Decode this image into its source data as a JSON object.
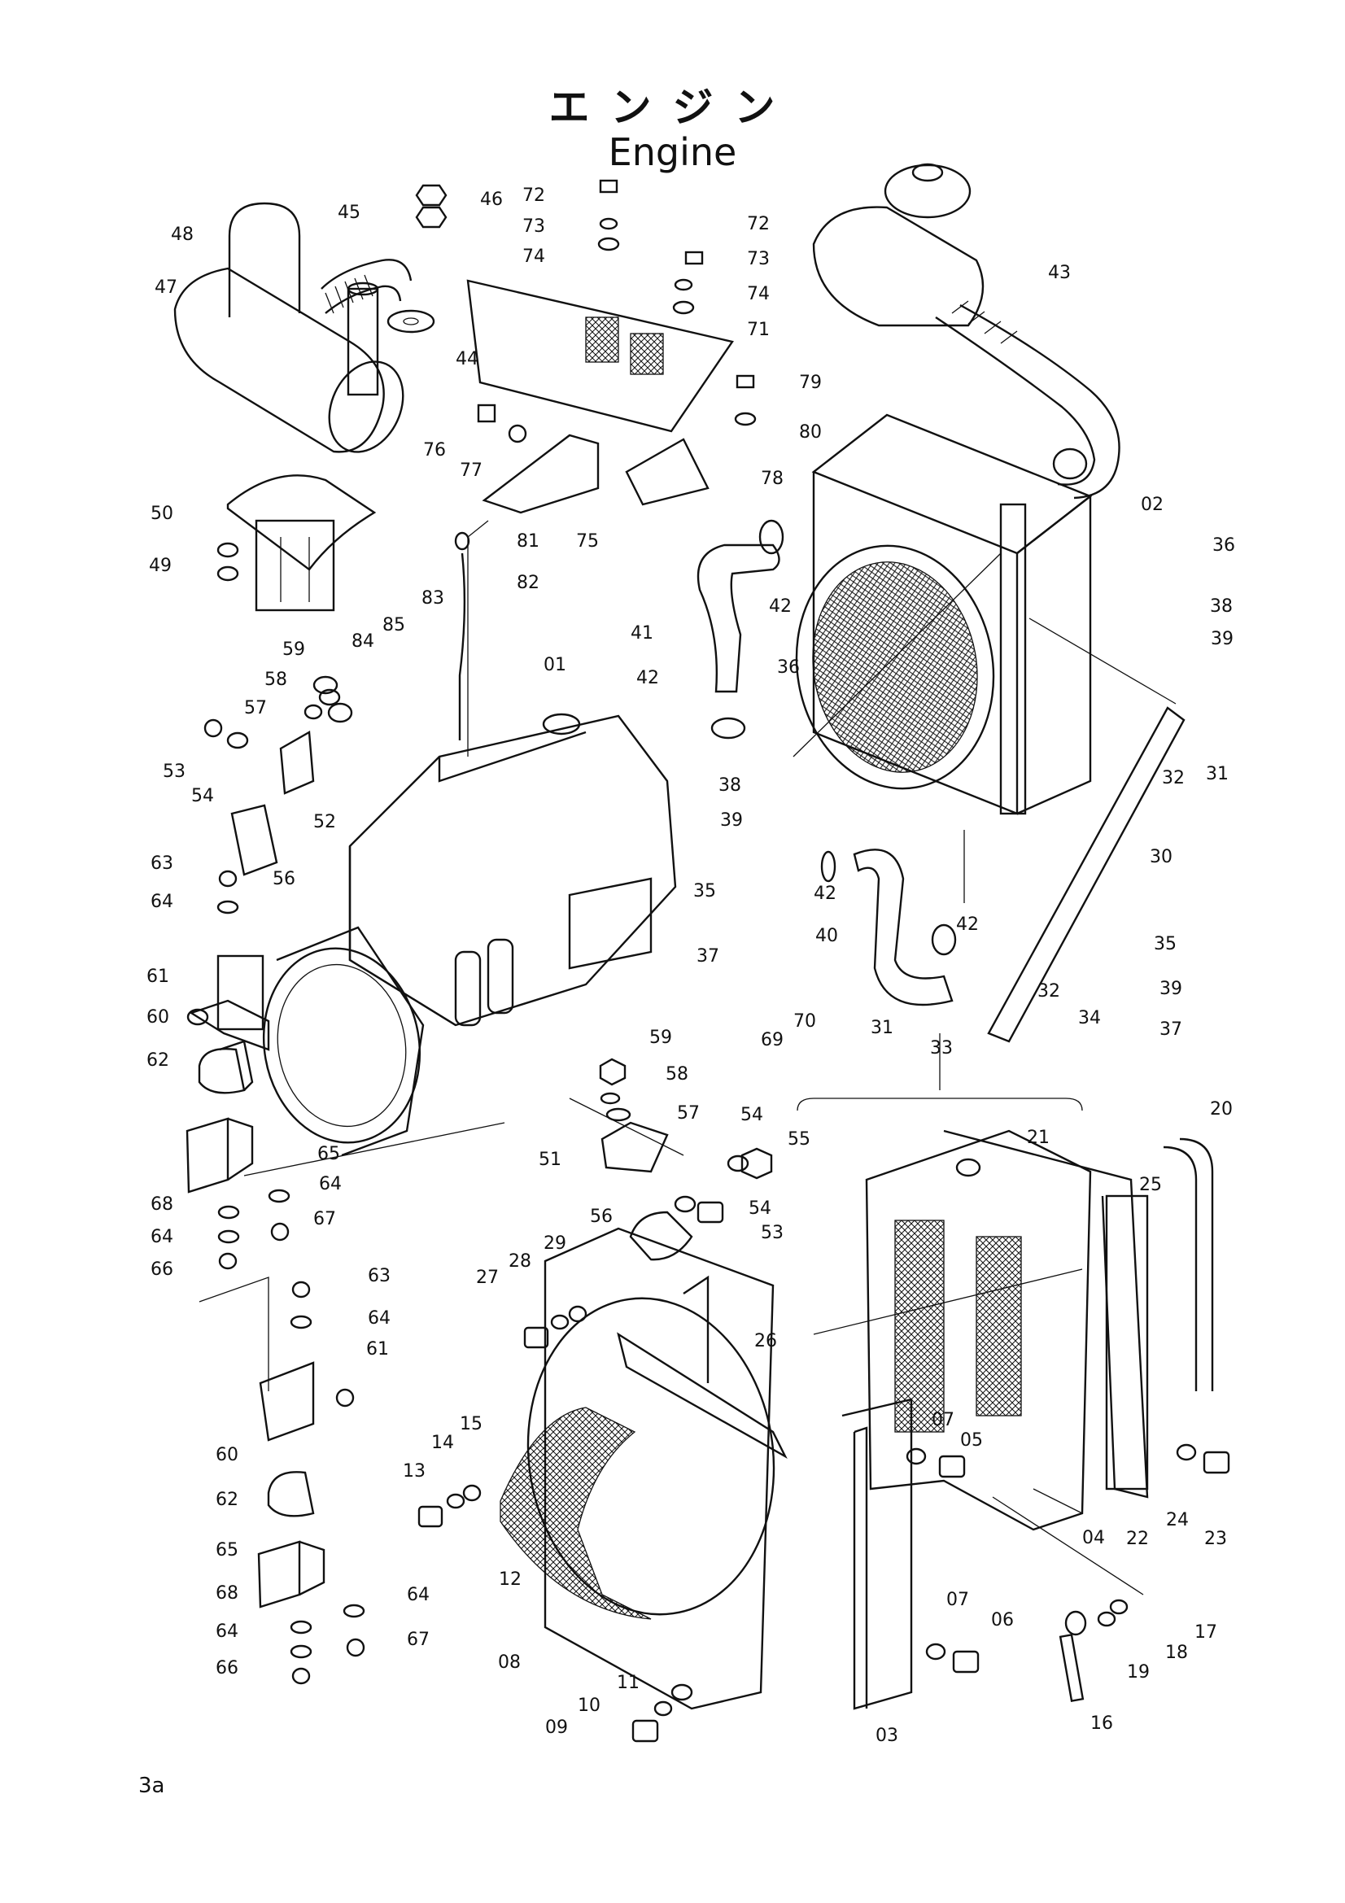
{
  "title": {
    "japanese": "エンジン",
    "english": "Engine"
  },
  "page_number": "3a",
  "labels": [
    {
      "id": "l01",
      "text": "01"
    },
    {
      "id": "l02",
      "text": "02"
    },
    {
      "id": "l03",
      "text": "03"
    },
    {
      "id": "l04",
      "text": "04"
    },
    {
      "id": "l05",
      "text": "05"
    },
    {
      "id": "l06",
      "text": "06"
    },
    {
      "id": "l07a",
      "text": "07"
    },
    {
      "id": "l07b",
      "text": "07"
    },
    {
      "id": "l08",
      "text": "08"
    },
    {
      "id": "l09",
      "text": "09"
    },
    {
      "id": "l10",
      "text": "10"
    },
    {
      "id": "l11",
      "text": "11"
    },
    {
      "id": "l12",
      "text": "12"
    },
    {
      "id": "l13",
      "text": "13"
    },
    {
      "id": "l14",
      "text": "14"
    },
    {
      "id": "l15",
      "text": "15"
    },
    {
      "id": "l16",
      "text": "16"
    },
    {
      "id": "l17",
      "text": "17"
    },
    {
      "id": "l18",
      "text": "18"
    },
    {
      "id": "l19",
      "text": "19"
    },
    {
      "id": "l20",
      "text": "20"
    },
    {
      "id": "l21",
      "text": "21"
    },
    {
      "id": "l22",
      "text": "22"
    },
    {
      "id": "l23",
      "text": "23"
    },
    {
      "id": "l24",
      "text": "24"
    },
    {
      "id": "l25",
      "text": "25"
    },
    {
      "id": "l26",
      "text": "26"
    },
    {
      "id": "l27",
      "text": "27"
    },
    {
      "id": "l28",
      "text": "28"
    },
    {
      "id": "l29",
      "text": "29"
    },
    {
      "id": "l30",
      "text": "30"
    },
    {
      "id": "l31a",
      "text": "31"
    },
    {
      "id": "l31b",
      "text": "31"
    },
    {
      "id": "l32a",
      "text": "32"
    },
    {
      "id": "l32b",
      "text": "32"
    },
    {
      "id": "l33",
      "text": "33"
    },
    {
      "id": "l34",
      "text": "34"
    },
    {
      "id": "l35a",
      "text": "35"
    },
    {
      "id": "l35b",
      "text": "35"
    },
    {
      "id": "l36a",
      "text": "36"
    },
    {
      "id": "l36b",
      "text": "36"
    },
    {
      "id": "l37a",
      "text": "37"
    },
    {
      "id": "l37b",
      "text": "37"
    },
    {
      "id": "l38a",
      "text": "38"
    },
    {
      "id": "l38b",
      "text": "38"
    },
    {
      "id": "l39a",
      "text": "39"
    },
    {
      "id": "l39b",
      "text": "39"
    },
    {
      "id": "l39c",
      "text": "39"
    },
    {
      "id": "l40",
      "text": "40"
    },
    {
      "id": "l41",
      "text": "41"
    },
    {
      "id": "l42a",
      "text": "42"
    },
    {
      "id": "l42b",
      "text": "42"
    },
    {
      "id": "l42c",
      "text": "42"
    },
    {
      "id": "l42d",
      "text": "42"
    },
    {
      "id": "l43",
      "text": "43"
    },
    {
      "id": "l44",
      "text": "44"
    },
    {
      "id": "l45",
      "text": "45"
    },
    {
      "id": "l46",
      "text": "46"
    },
    {
      "id": "l47",
      "text": "47"
    },
    {
      "id": "l48",
      "text": "48"
    },
    {
      "id": "l49",
      "text": "49"
    },
    {
      "id": "l50",
      "text": "50"
    },
    {
      "id": "l51",
      "text": "51"
    },
    {
      "id": "l52",
      "text": "52"
    },
    {
      "id": "l53a",
      "text": "53"
    },
    {
      "id": "l53b",
      "text": "53"
    },
    {
      "id": "l54a",
      "text": "54"
    },
    {
      "id": "l54b",
      "text": "54"
    },
    {
      "id": "l54c",
      "text": "54"
    },
    {
      "id": "l55",
      "text": "55"
    },
    {
      "id": "l56a",
      "text": "56"
    },
    {
      "id": "l56b",
      "text": "56"
    },
    {
      "id": "l57a",
      "text": "57"
    },
    {
      "id": "l57b",
      "text": "57"
    },
    {
      "id": "l58a",
      "text": "58"
    },
    {
      "id": "l58b",
      "text": "58"
    },
    {
      "id": "l59a",
      "text": "59"
    },
    {
      "id": "l59b",
      "text": "59"
    },
    {
      "id": "l60a",
      "text": "60"
    },
    {
      "id": "l60b",
      "text": "60"
    },
    {
      "id": "l61a",
      "text": "61"
    },
    {
      "id": "l61b",
      "text": "61"
    },
    {
      "id": "l62a",
      "text": "62"
    },
    {
      "id": "l62b",
      "text": "62"
    },
    {
      "id": "l63a",
      "text": "63"
    },
    {
      "id": "l63b",
      "text": "63"
    },
    {
      "id": "l64a",
      "text": "64"
    },
    {
      "id": "l64b",
      "text": "64"
    },
    {
      "id": "l64c",
      "text": "64"
    },
    {
      "id": "l64d",
      "text": "64"
    },
    {
      "id": "l64e",
      "text": "64"
    },
    {
      "id": "l64f",
      "text": "64"
    },
    {
      "id": "l65a",
      "text": "65"
    },
    {
      "id": "l65b",
      "text": "65"
    },
    {
      "id": "l66a",
      "text": "66"
    },
    {
      "id": "l66b",
      "text": "66"
    },
    {
      "id": "l67a",
      "text": "67"
    },
    {
      "id": "l67b",
      "text": "67"
    },
    {
      "id": "l68a",
      "text": "68"
    },
    {
      "id": "l68b",
      "text": "68"
    },
    {
      "id": "l69",
      "text": "69"
    },
    {
      "id": "l70",
      "text": "70"
    },
    {
      "id": "l71",
      "text": "71"
    },
    {
      "id": "l72a",
      "text": "72"
    },
    {
      "id": "l72b",
      "text": "72"
    },
    {
      "id": "l73a",
      "text": "73"
    },
    {
      "id": "l73b",
      "text": "73"
    },
    {
      "id": "l74a",
      "text": "74"
    },
    {
      "id": "l74b",
      "text": "74"
    },
    {
      "id": "l75",
      "text": "75"
    },
    {
      "id": "l76",
      "text": "76"
    },
    {
      "id": "l77",
      "text": "77"
    },
    {
      "id": "l78",
      "text": "78"
    },
    {
      "id": "l79",
      "text": "79"
    },
    {
      "id": "l80",
      "text": "80"
    },
    {
      "id": "l81",
      "text": "81"
    },
    {
      "id": "l82",
      "text": "82"
    },
    {
      "id": "l83",
      "text": "83"
    },
    {
      "id": "l84",
      "text": "84"
    },
    {
      "id": "l85",
      "text": "85"
    }
  ]
}
